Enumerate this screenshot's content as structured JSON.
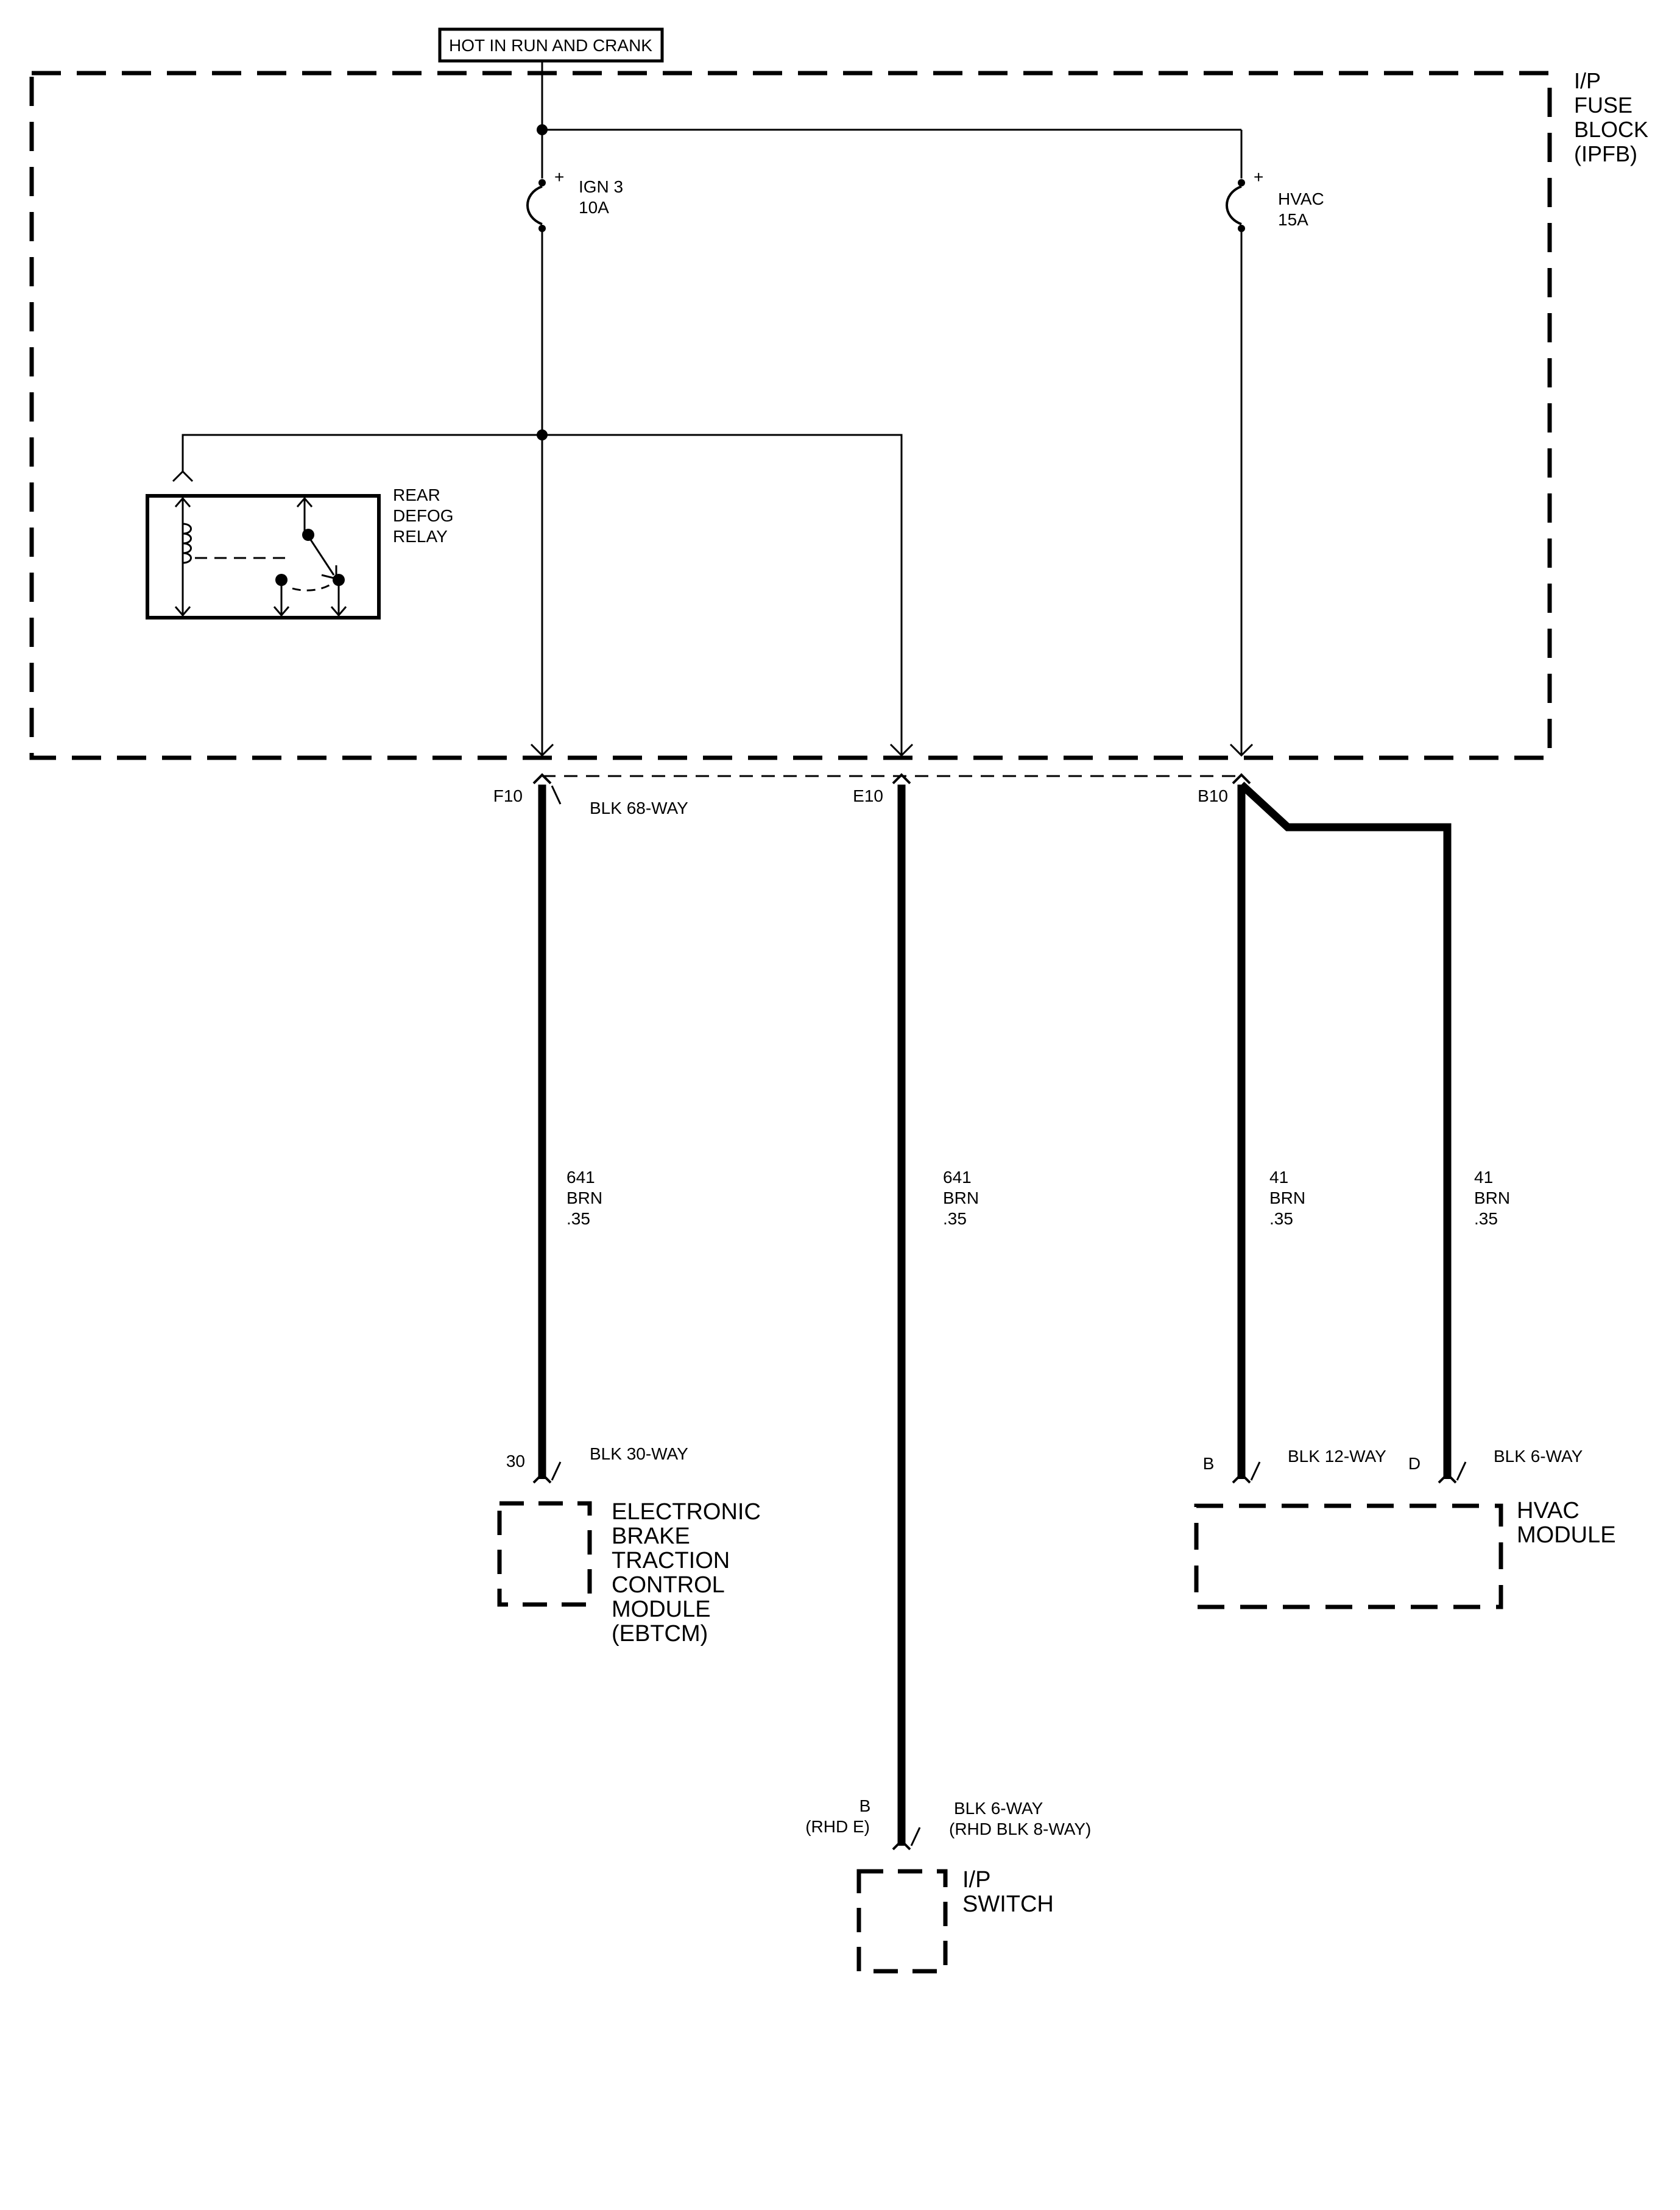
{
  "header": {
    "power_source": "HOT IN RUN AND CRANK"
  },
  "fuse_block": {
    "name_lines": [
      "I/P",
      "FUSE",
      "BLOCK",
      "(IPFB)"
    ]
  },
  "fuses": [
    {
      "name": "IGN 3",
      "rating": "10A"
    },
    {
      "name": "HVAC",
      "rating": "15A"
    }
  ],
  "relay": {
    "name_lines": [
      "REAR",
      "DEFOG",
      "RELAY"
    ]
  },
  "ipfb_connectors": [
    {
      "pin": "F10",
      "connector": "BLK 68-WAY"
    },
    {
      "pin": "E10"
    },
    {
      "pin": "B10"
    }
  ],
  "wires": [
    {
      "circuit": "641",
      "color": "BRN",
      "gauge": ".35"
    },
    {
      "circuit": "641",
      "color": "BRN",
      "gauge": ".35"
    },
    {
      "circuit": "41",
      "color": "BRN",
      "gauge": ".35"
    },
    {
      "circuit": "41",
      "color": "BRN",
      "gauge": ".35"
    }
  ],
  "components": {
    "ebtcm": {
      "pin": "30",
      "connector": "BLK 30-WAY",
      "name_lines": [
        "ELECTRONIC",
        "BRAKE",
        "TRACTION",
        "CONTROL",
        "MODULE",
        "(EBTCM)"
      ]
    },
    "ip_switch": {
      "pin": "B",
      "pin_alt": "(RHD E)",
      "connector": "BLK 6-WAY",
      "connector_alt": "(RHD BLK 8-WAY)",
      "name_lines": [
        "I/P",
        "SWITCH"
      ]
    },
    "hvac_module": {
      "pin_b": "B",
      "connector_b": "BLK 12-WAY",
      "pin_d": "D",
      "connector_d": "BLK 6-WAY",
      "name_lines": [
        "HVAC",
        "MODULE"
      ]
    }
  },
  "style": {
    "ink": "#000000",
    "paper": "#ffffff"
  }
}
